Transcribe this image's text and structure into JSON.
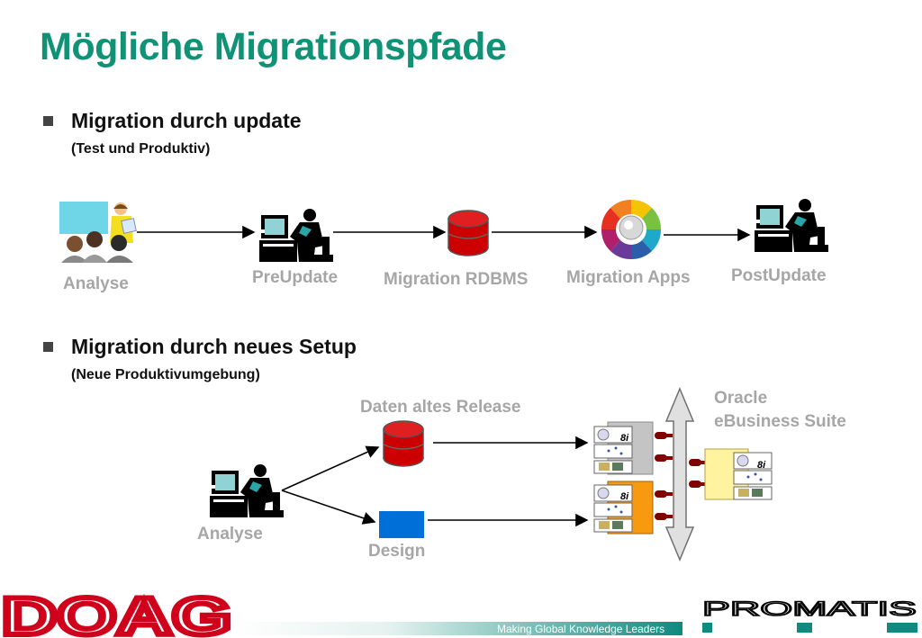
{
  "slide": {
    "title": "Mögliche Migrationspfade"
  },
  "section_update": {
    "heading": "Migration durch update",
    "subheading": "(Test und Produktiv)",
    "steps": [
      {
        "label": "Analyse"
      },
      {
        "label": "PreUpdate"
      },
      {
        "label": "Migration RDBMS"
      },
      {
        "label": "Migration Apps"
      },
      {
        "label": "PostUpdate"
      }
    ]
  },
  "section_setup": {
    "heading": "Migration durch neues Setup",
    "subheading": "(Neue Produktivumgebung)",
    "labels": {
      "daten": "Daten altes Release",
      "oracle": "Oracle\neBusiness Suite",
      "analyse": "Analyse",
      "design": "Design"
    },
    "server_version": "8i"
  },
  "footer": {
    "logo_left": "DOAG",
    "logo_right": "PROMATIS",
    "tagline": "Making Global Knowledge Leaders"
  },
  "colors": {
    "title": "#0f9276",
    "label": "#a6a6a6",
    "doag_red": "#d0021b",
    "promatis_teal": "#0f8a7e",
    "db_red": "#cc0000",
    "design_blue": "#0070d8"
  }
}
